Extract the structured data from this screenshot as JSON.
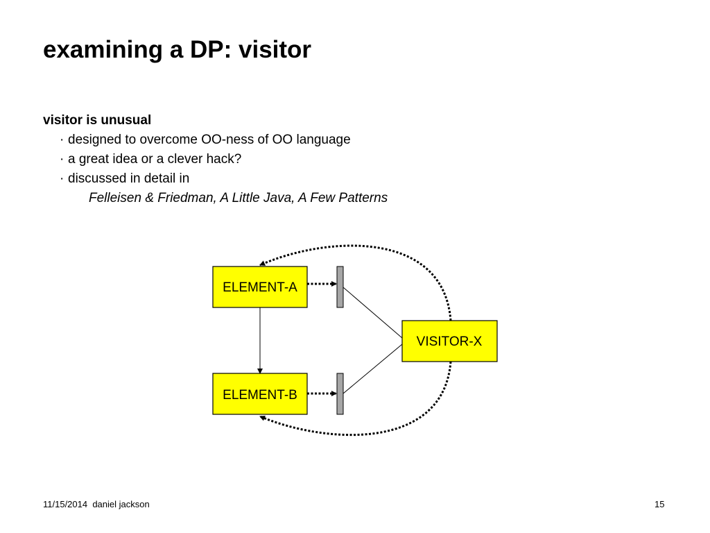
{
  "slide": {
    "title": "examining a DP: visitor",
    "heading": "visitor is unusual",
    "bullets": [
      "designed to overcome OO-ness of OO language",
      "a great idea or a clever hack?",
      "discussed in detail in"
    ],
    "bullet_glyph": "·",
    "reference": "Felleisen & Friedman, A Little Java, A Few Patterns"
  },
  "diagram": {
    "element_a": "ELEMENT-A",
    "element_b": "ELEMENT-B",
    "visitor_x": "VISITOR-X",
    "box_fill": "#ffff00",
    "port_fill": "#a6a6a6"
  },
  "footer": {
    "date_author": "11/15/2014  daniel jackson",
    "page_number": "15"
  }
}
